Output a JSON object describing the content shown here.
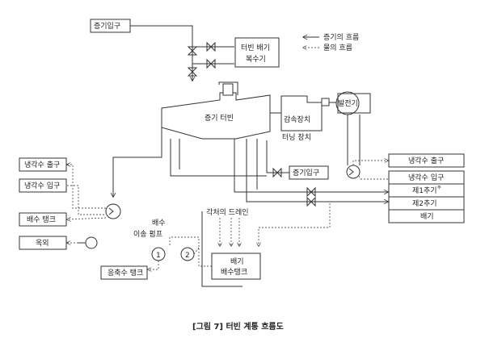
{
  "labels": {
    "steam_inlet_top": "증기입구",
    "turbine_condenser_1": "터빈 배기",
    "turbine_condenser_2": "복수기",
    "legend_steam": "증기의 흐름",
    "legend_water": "물의 흐름",
    "turbine": "증기 터빈",
    "reduction_gear": "감속장치",
    "turning_gear": "터닝 장치",
    "generator": "발전기",
    "cooling_out_right": "냉각수 출구",
    "cooling_in_right": "냉각수 입구",
    "extraction_1": "제1추기",
    "extraction_1_sup": "주",
    "extraction_2": "제2추기",
    "exhaust": "배기",
    "steam_inlet_mid": "증기입구",
    "cooling_out_left": "냉각수 출구",
    "cooling_in_left": "냉각수 입구",
    "drain_tank_left": "배수 탱크",
    "outdoor": "옥외",
    "drain_pump_1": "배수",
    "drain_pump_2": "이송 펌프",
    "drains_each": "각처의 드레인",
    "drain_tank_bottom_1": "배기",
    "drain_tank_bottom_2": "배수탱크",
    "condensate_tank": "응축수 탱크",
    "pump_1": "1",
    "pump_2": "2",
    "caption": "[그림 7] 터빈 계통 흐름도"
  }
}
